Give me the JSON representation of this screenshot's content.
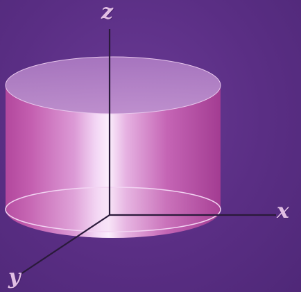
{
  "axes": {
    "x_label": "x",
    "y_label": "y",
    "z_label": "z"
  },
  "colors": {
    "background": "#5b2f86",
    "cylinder_body": "#c45fb0",
    "cylinder_highlight": "#f3d6f5",
    "cylinder_top": "#c99ad6",
    "axis_line": "#2a1a3a",
    "label": "#e2bfe4"
  }
}
